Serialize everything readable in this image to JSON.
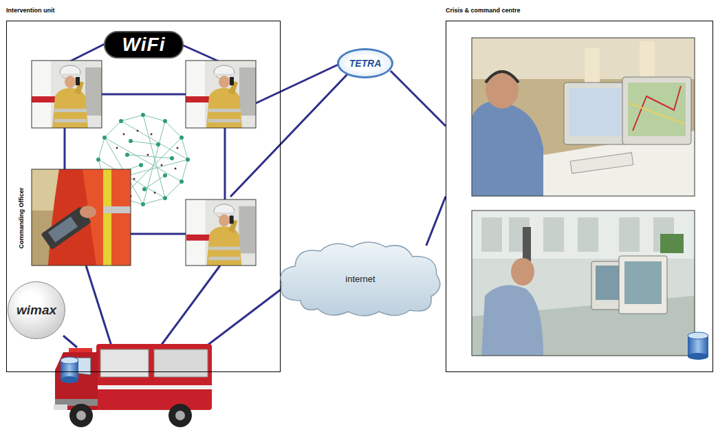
{
  "diagram": {
    "nodes": [
      {
        "text": [
          "Intervention unit"
        ]
      },
      {
        "text": [
          "Crisis & command centre"
        ]
      },
      {
        "text": [
          "WiFi"
        ],
        "in": 0
      },
      {
        "text": [
          "TETRA"
        ]
      },
      {
        "text": [
          "internet"
        ]
      },
      {
        "text": [
          "wimax"
        ],
        "in": 0
      },
      {
        "text": [
          "Commanding Officer"
        ],
        "in": 0
      }
    ],
    "edges": [
      {
        "from": 3,
        "to": 1,
        "arrow": "none"
      },
      {
        "from": 4,
        "to": 1,
        "arrow": "none"
      }
    ]
  }
}
